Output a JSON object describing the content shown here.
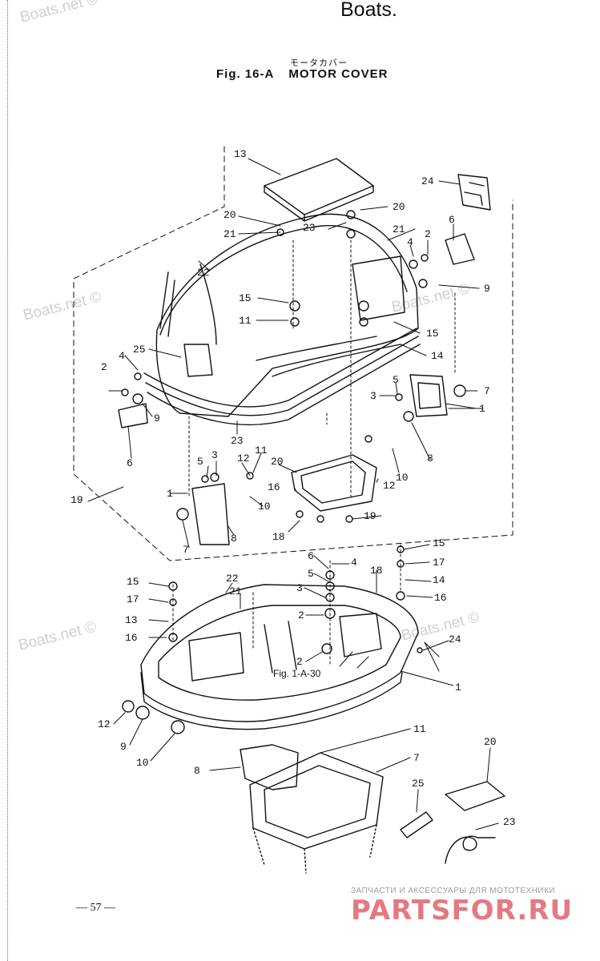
{
  "watermark_top": "Boats.",
  "watermark": "Boats.net ©",
  "heading": {
    "japanese": "モータカバー",
    "fig_no": "Fig. 16-A",
    "name": "MOTOR COVER"
  },
  "callouts_upper": [
    "13",
    "24",
    "20",
    "20",
    "6",
    "21",
    "23",
    "21",
    "2",
    "22",
    "4",
    "9",
    "15",
    "11",
    "15",
    "14",
    "4",
    "25",
    "2",
    "5",
    "7",
    "3",
    "1",
    "9",
    "6",
    "23",
    "8",
    "11",
    "12",
    "20",
    "5",
    "3",
    "16",
    "10",
    "12",
    "19",
    "10",
    "18",
    "19",
    "7",
    "8",
    "1"
  ],
  "callouts_lower": [
    "15",
    "6",
    "4",
    "17",
    "5",
    "18",
    "14",
    "22",
    "15",
    "3",
    "21",
    "16",
    "17",
    "2",
    "13",
    "24",
    "16",
    "2",
    "1",
    "12",
    "11",
    "9",
    "7",
    "10",
    "20",
    "8",
    "25",
    "23"
  ],
  "reference": "Fig. 1-A-30",
  "page_number": "— 57 —",
  "footer": {
    "tagline": "ЗАПЧАСТИ И АКСЕССУАРЫ ДЛЯ МОТОТЕХНИКИ",
    "brand": "PARTSFOR.RU"
  }
}
